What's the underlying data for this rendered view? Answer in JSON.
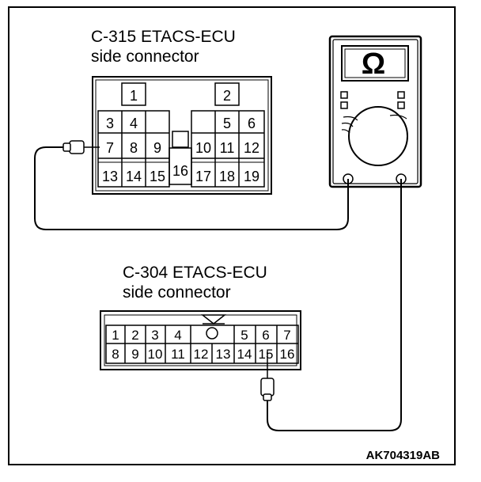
{
  "connector_c315": {
    "title_line1": "C-315 ETACS-ECU",
    "title_line2": "side connector",
    "pins": [
      "1",
      "2",
      "3",
      "4",
      "5",
      "6",
      "7",
      "8",
      "9",
      "10",
      "11",
      "12",
      "13",
      "14",
      "15",
      "16",
      "17",
      "18",
      "19"
    ]
  },
  "connector_c304": {
    "title_line1": "C-304 ETACS-ECU",
    "title_line2": "side connector",
    "pins": [
      "1",
      "2",
      "3",
      "4",
      "5",
      "6",
      "7",
      "8",
      "9",
      "10",
      "11",
      "12",
      "13",
      "14",
      "15",
      "16"
    ]
  },
  "meter": {
    "symbol": "Ω",
    "icon": "ohmmeter-icon"
  },
  "probes": {
    "c315_pin": "7",
    "c304_pin": "15"
  },
  "figure_code": "AK704319AB"
}
